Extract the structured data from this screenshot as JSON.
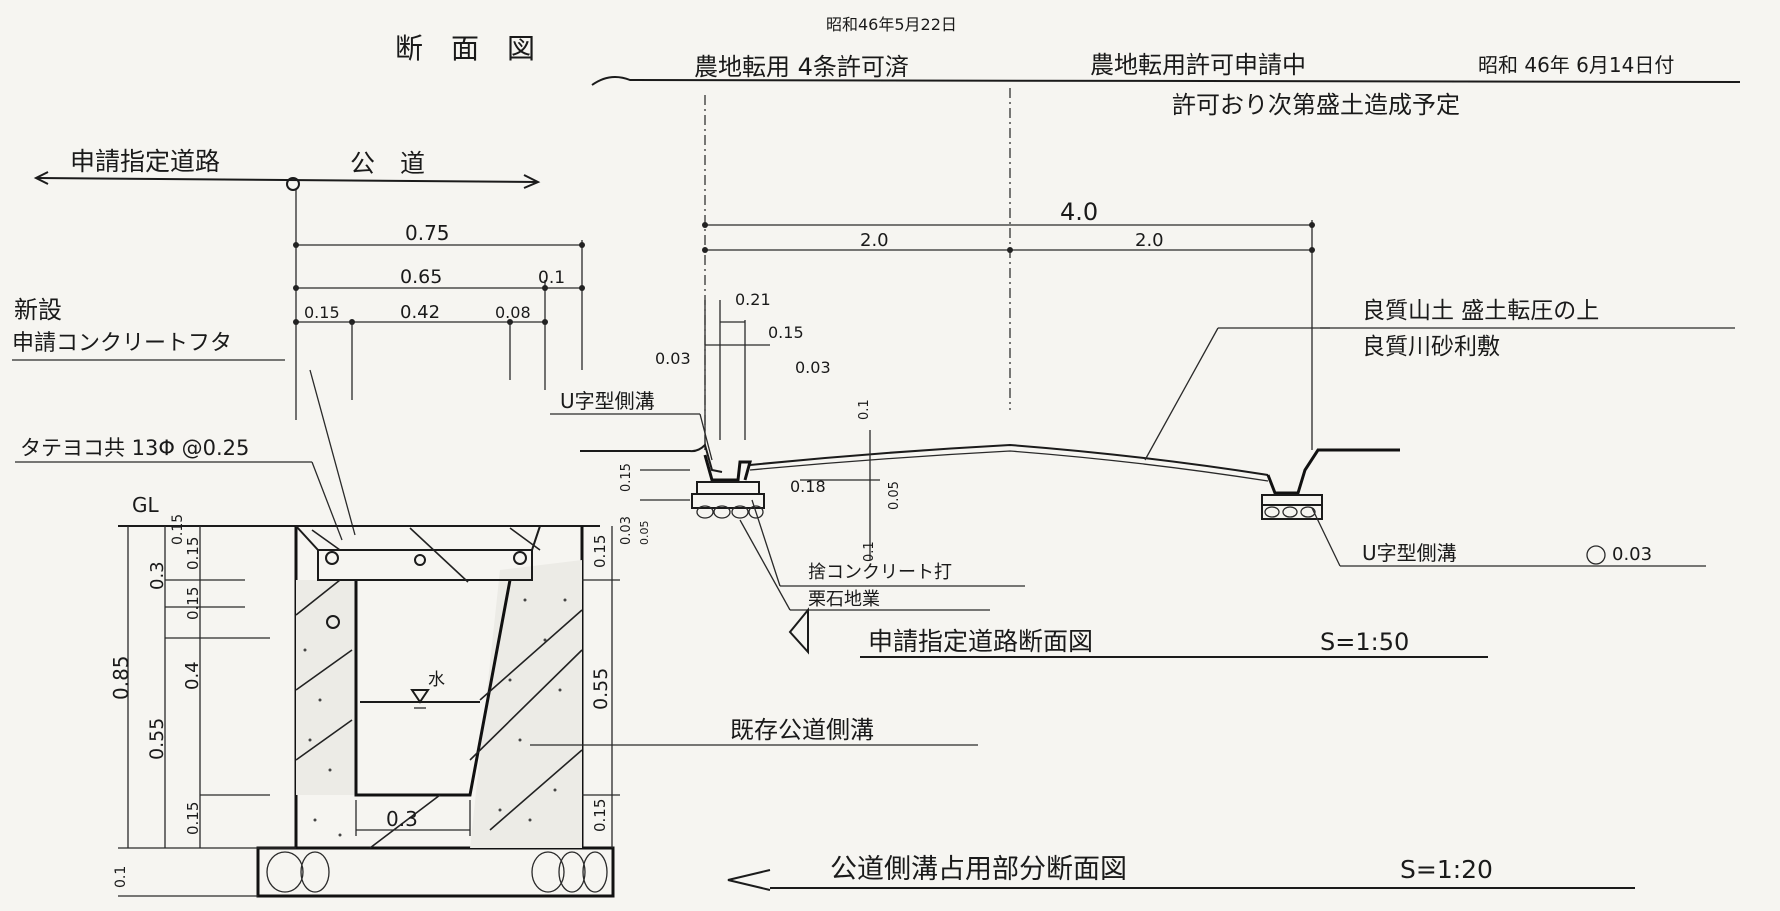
{
  "header": {
    "title": "断　面　図",
    "date_top": "昭和46年5月22日",
    "left_status": "農地転用 4条許可済",
    "right_status": "農地転用許可申請中",
    "right_date": "昭和 46年 6月14日付",
    "right_note": "許可おり次第盛土造成予定"
  },
  "road": {
    "left_label": "申請指定道路",
    "right_label": "公　道"
  },
  "dims_upper": {
    "d075": "0.75",
    "d065": "0.65",
    "d01": "0.1",
    "d015": "0.15",
    "d042": "0.42",
    "d008": "0.08",
    "d40": "4.0",
    "d20a": "2.0",
    "d20b": "2.0",
    "d021": "0.21",
    "d015b": "0.15",
    "d003a": "0.03",
    "d003b": "0.03",
    "d01v": "0.1",
    "d015v": "0.15",
    "d018": "0.18",
    "d005": "0.05",
    "d01b": "0.1",
    "d003c": "0.03",
    "d005b": "0.05"
  },
  "labels": {
    "new_cover_1": "新設",
    "new_cover_2": "申請コンクリートフタ",
    "rebar": "タテヨコ共 13Φ @0.25",
    "gl": "GL",
    "u_gutter_left": "U字型側溝",
    "soil_1": "良質山土 盛土転圧の上",
    "soil_2": "良質川砂利敷",
    "u_gutter_right": "U字型側溝",
    "u_gutter_right_dim": "0.03",
    "concrete_found": "捨コンクリート打",
    "gravel": "栗石地業",
    "water": "水",
    "existing_gutter": "既存公道側溝"
  },
  "dims_lower": {
    "d085": "0.85",
    "d03": "0.3",
    "d055": "0.55",
    "d015a": "0.15",
    "d015b": "0.15",
    "d015c": "0.15",
    "d04": "0.4",
    "d015d": "0.15",
    "d03w": "0.3",
    "d015r1": "0.15",
    "d055r": "0.55",
    "d015r2": "0.15",
    "d01base": "0.1"
  },
  "captions": {
    "road_section": "申請指定道路断面図",
    "road_scale": "S=1:50",
    "gutter_section": "公道側溝占用部分断面図",
    "gutter_scale": "S=1:20"
  }
}
